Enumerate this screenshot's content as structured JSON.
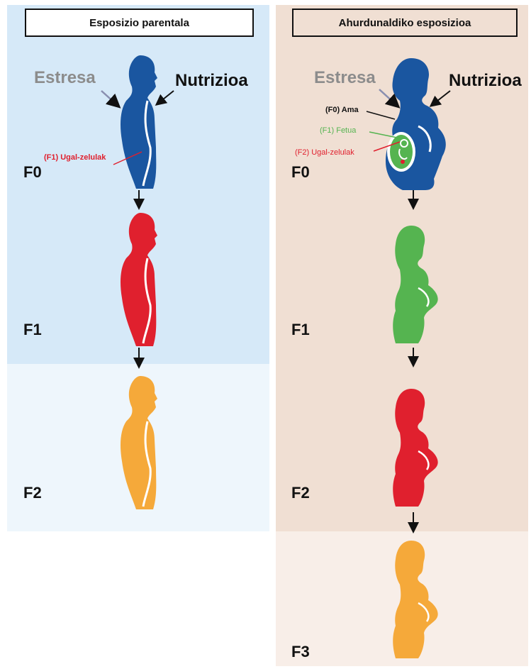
{
  "left": {
    "header": "Esposizio parentala",
    "stress": "Estresa",
    "nutrition": "Nutrizioa",
    "germ": "(F1) Ugal-zelulak",
    "generations": [
      "F0",
      "F1",
      "F2"
    ]
  },
  "right": {
    "header": "Ahurdunaldiko esposizioa",
    "stress": "Estresa",
    "nutrition": "Nutrizioa",
    "mother": "(F0) Ama",
    "fetus": "(F1) Fetua",
    "germ": "(F2) Ugal-zelulak",
    "generations": [
      "F0",
      "F1",
      "F2",
      "F3"
    ]
  },
  "colors": {
    "left_bg_top": "#d6e9f8",
    "left_bg_bottom": "#eef6fc",
    "right_bg_top": "#f0dfd3",
    "right_bg_bottom": "#f8eee8",
    "blue": "#1a56a0",
    "red": "#e0202e",
    "green": "#55b450",
    "orange": "#f5a93a",
    "gray_text": "#8c8c8c"
  }
}
